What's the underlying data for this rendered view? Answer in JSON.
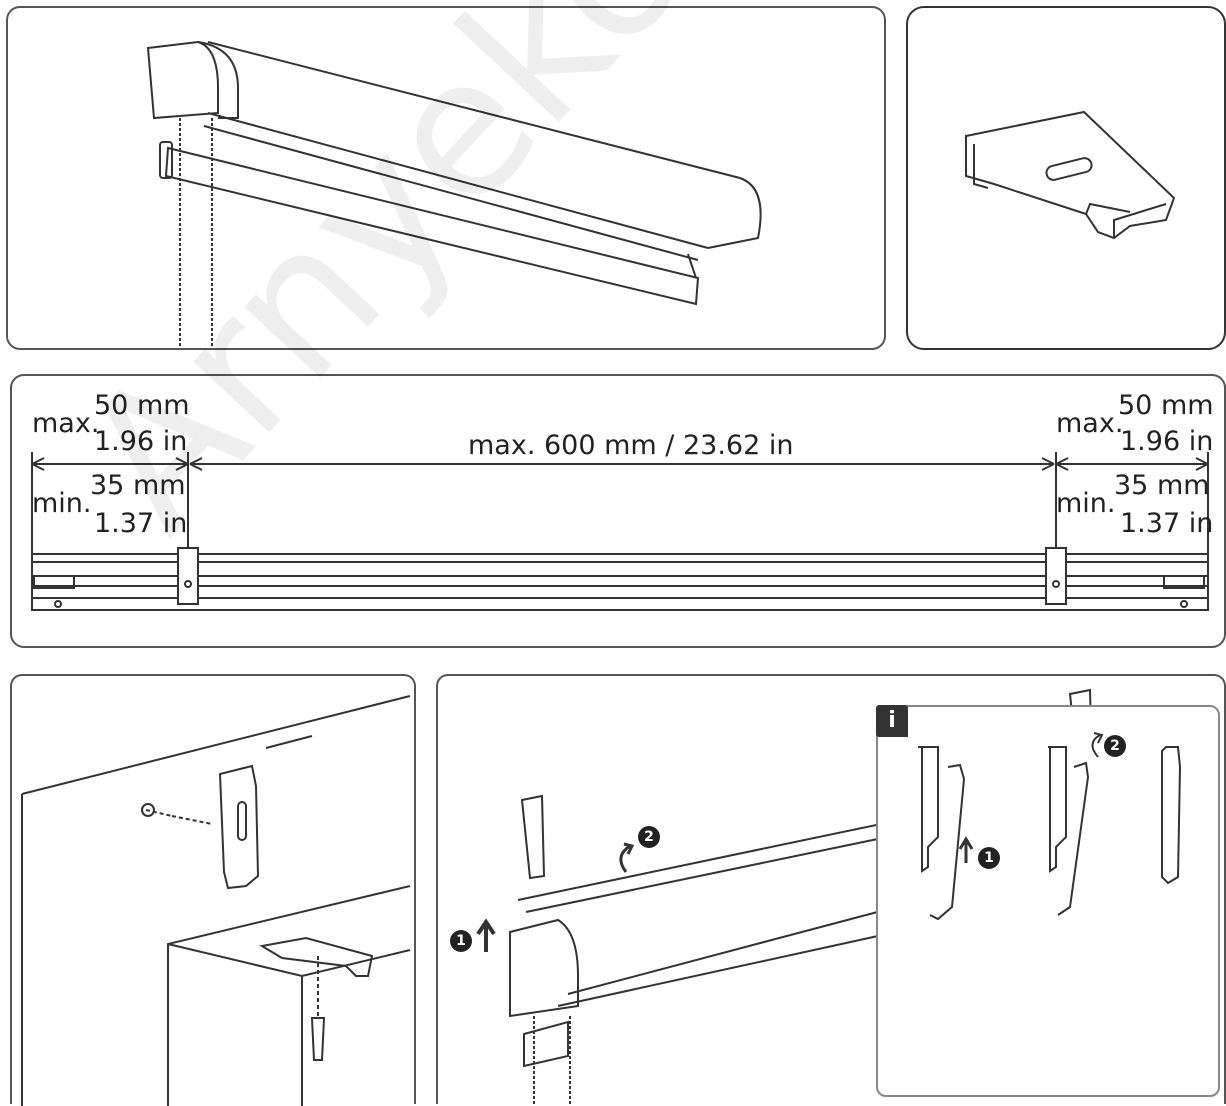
{
  "dimensions": {
    "left_max_label": "max.",
    "left_max_mm": "50 mm",
    "left_max_in": "1.96 in",
    "left_min_label": "min.",
    "left_min_mm": "35 mm",
    "left_min_in": "1.37 in",
    "center_label": "max. 600 mm / 23.62 in",
    "right_max_label": "max.",
    "right_max_mm": "50 mm",
    "right_max_in": "1.96 in",
    "right_min_label": "min.",
    "right_min_mm": "35 mm",
    "right_min_in": "1.37 in"
  },
  "info": {
    "badge": "i"
  },
  "steps": {
    "one": "1",
    "two": "2"
  },
  "watermark": "ArnyekolokWeb.hu",
  "colors": {
    "line": "#333333",
    "panel_border": "#555555",
    "step_fill": "#222222"
  }
}
